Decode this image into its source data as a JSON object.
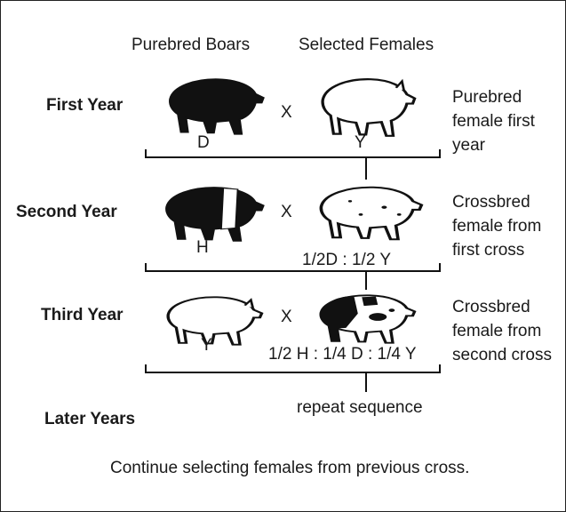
{
  "headers": {
    "boars": "Purebred Boars",
    "females": "Selected Females"
  },
  "cross_symbol": "X",
  "rows": [
    {
      "year_label": "First Year",
      "boar_breed": "D",
      "female_breed": "Y",
      "description": "Purebred female first year",
      "boar_pattern": "solid-black",
      "female_pattern": "white"
    },
    {
      "year_label": "Second Year",
      "boar_breed": "H",
      "female_breed": "1/2D : 1/2 Y",
      "description": "Crossbred female from first cross",
      "boar_pattern": "black-with-white-belt",
      "female_pattern": "white-speckled"
    },
    {
      "year_label": "Third Year",
      "boar_breed": "Y",
      "female_breed": "1/2 H : 1/4 D : 1/4 Y",
      "description": "Crossbred female from second cross",
      "boar_pattern": "white",
      "female_pattern": "white-with-black-patches"
    }
  ],
  "later": {
    "year_label": "Later Years",
    "note": "repeat sequence"
  },
  "footer": "Continue selecting females from previous cross.",
  "colors": {
    "ink": "#1a1a1a",
    "paper": "#ffffff"
  }
}
